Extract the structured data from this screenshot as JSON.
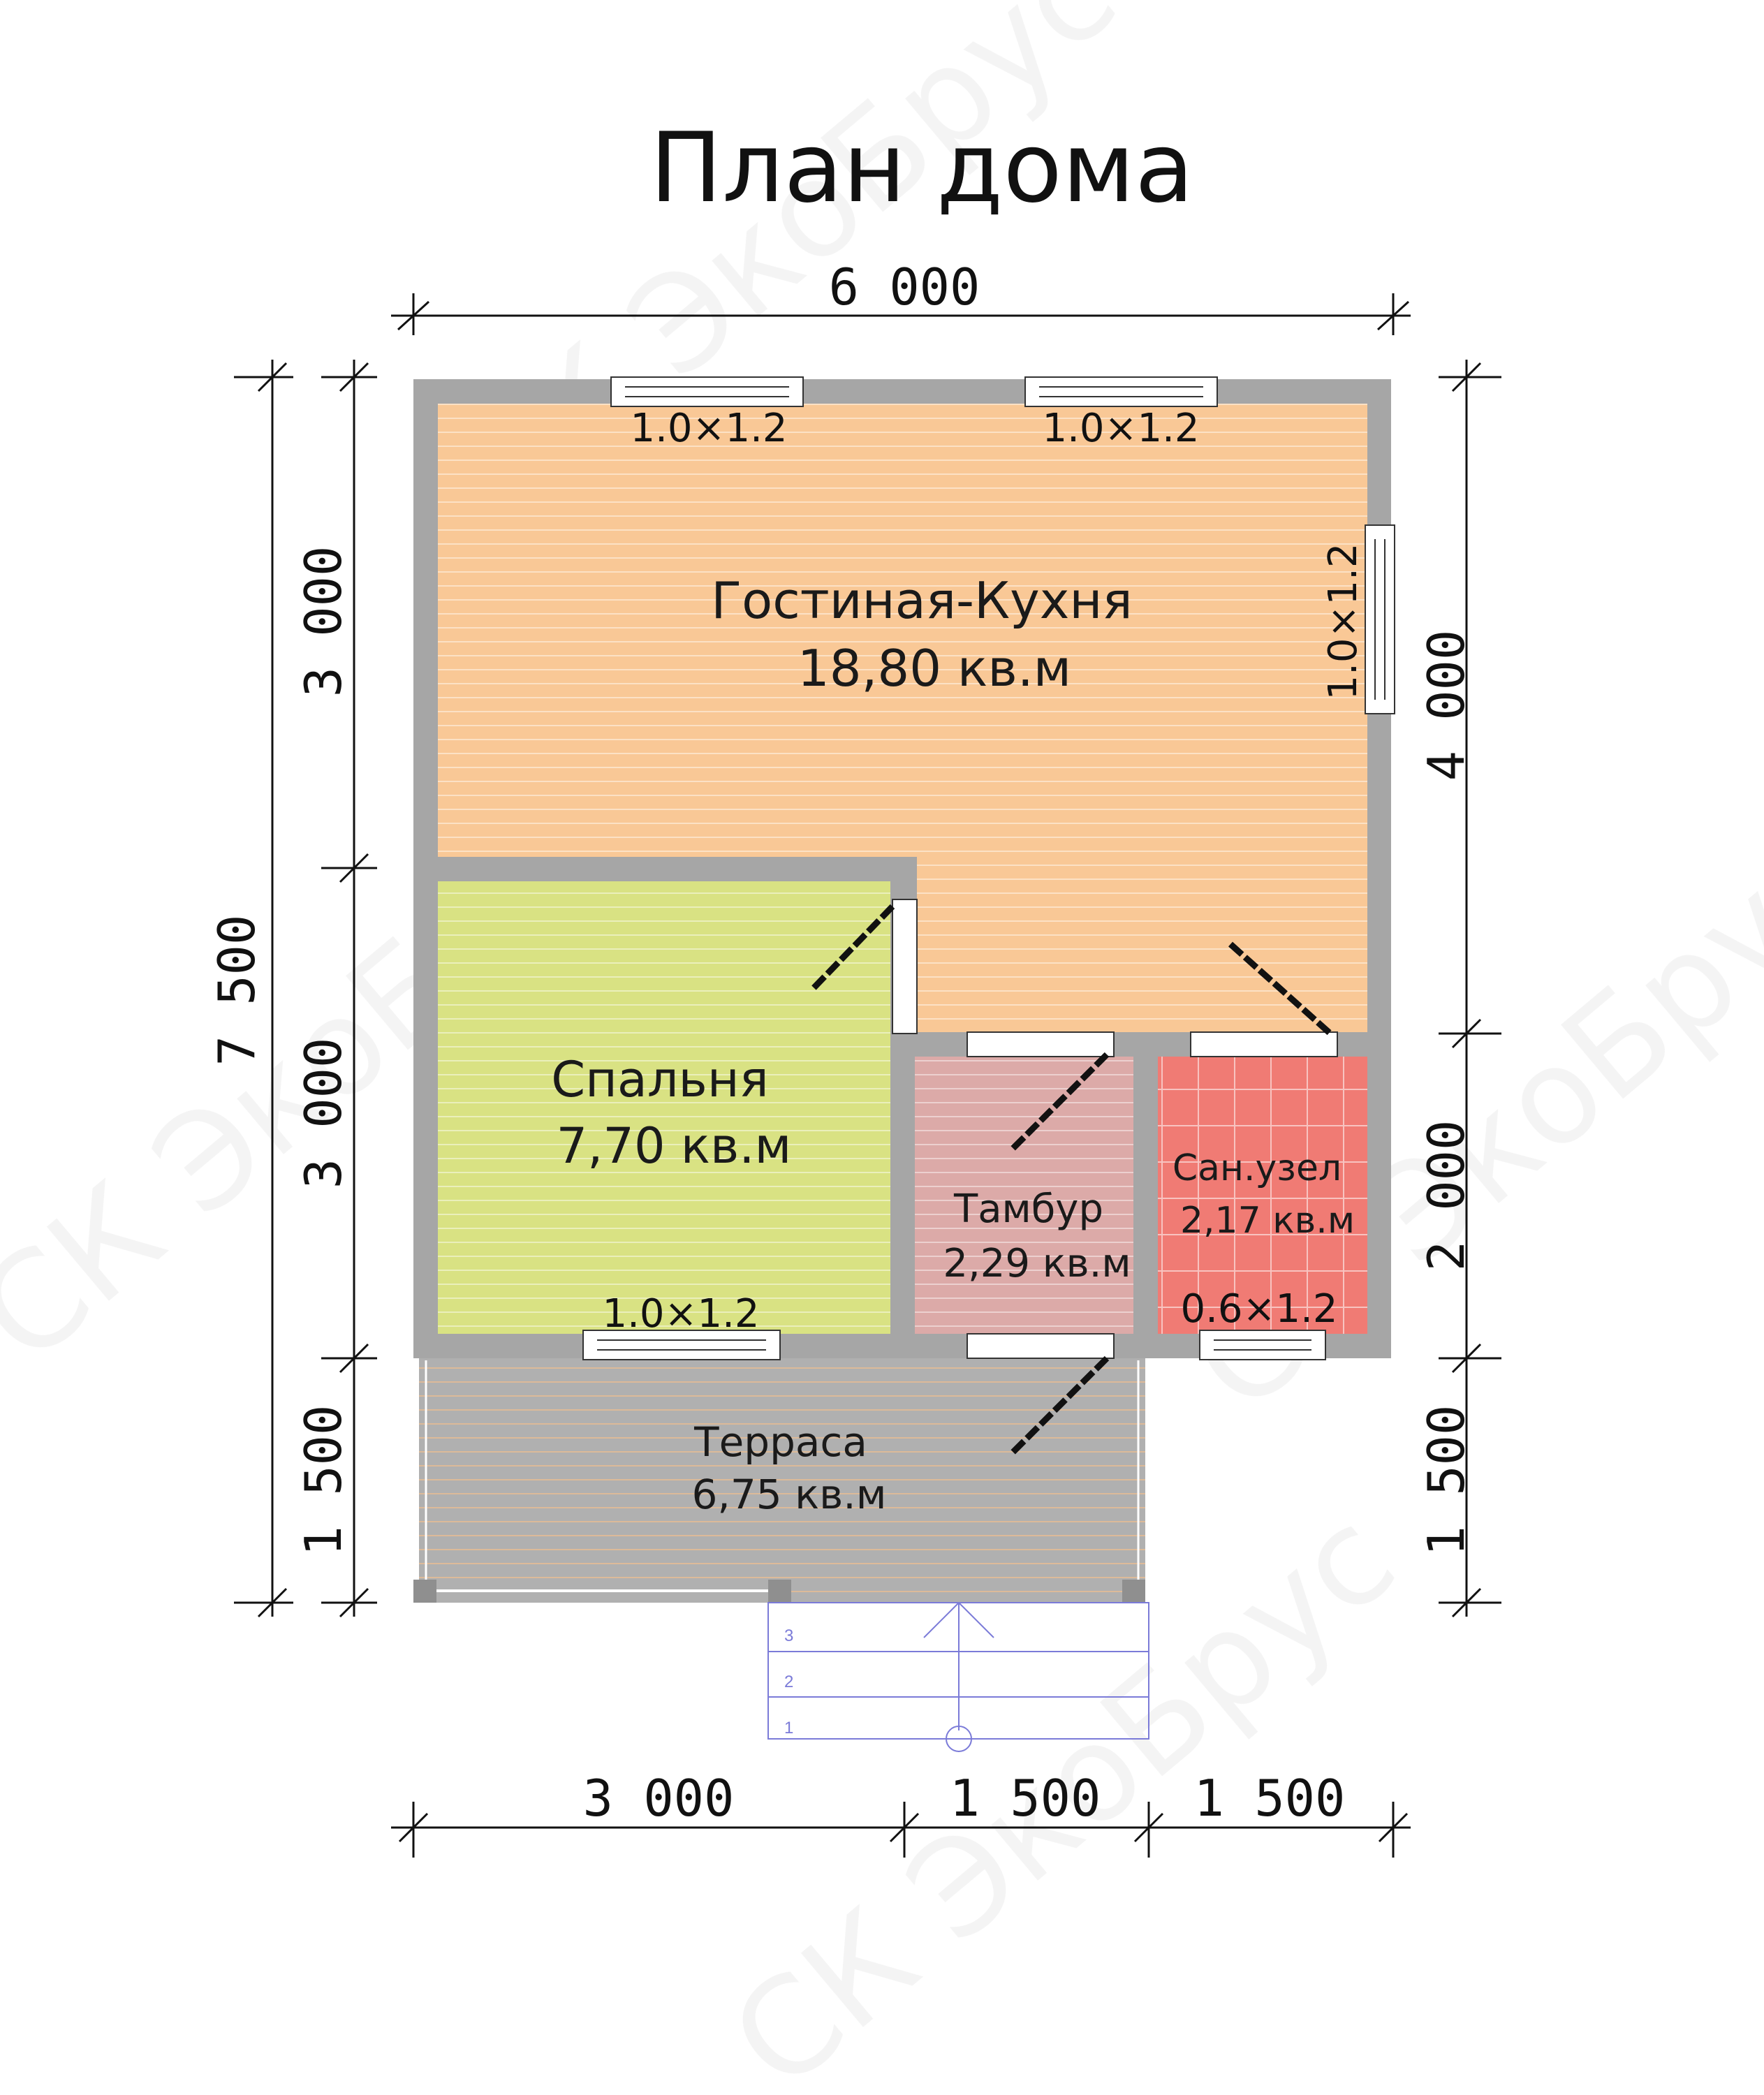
{
  "title": "План дома",
  "dimensions": {
    "top_total": "6 000",
    "left_total": "7 500",
    "left_upper": "3 000",
    "left_middle": "3 000",
    "left_lower": "1 500",
    "right_upper": "4 000",
    "right_middle": "2 000",
    "right_lower": "1 500",
    "bottom_left": "3 000",
    "bottom_mid": "1 500",
    "bottom_right": "1 500"
  },
  "rooms": {
    "living_kitchen": {
      "name": "Гостиная-Кухня",
      "area": "18,80 кв.м",
      "color": "#f9c896"
    },
    "bedroom": {
      "name": "Спальня",
      "area": "7,70 кв.м",
      "color": "#d9e283"
    },
    "vestibule": {
      "name": "Тамбур",
      "area": "2,29 кв.м",
      "color": "#dcaaa8"
    },
    "bathroom": {
      "name": "Сан.узел",
      "area": "2,17 кв.м",
      "color": "#f07b74"
    },
    "terrace": {
      "name": "Терраса",
      "area": "6,75 кв.м",
      "color": "#b0b0b0"
    }
  },
  "windows": {
    "living_top_left": "1.0×1.2",
    "living_top_right": "1.0×1.2",
    "living_right": "1.0×1.2",
    "bedroom_bottom": "1.0×1.2",
    "bathroom_bottom": "0.6×1.2"
  },
  "stairs": {
    "steps": [
      "3",
      "2",
      "1"
    ],
    "color": "#7b7bd8"
  },
  "watermark": "СК ЭкоБрус",
  "wall_color": "#a6a6a6"
}
